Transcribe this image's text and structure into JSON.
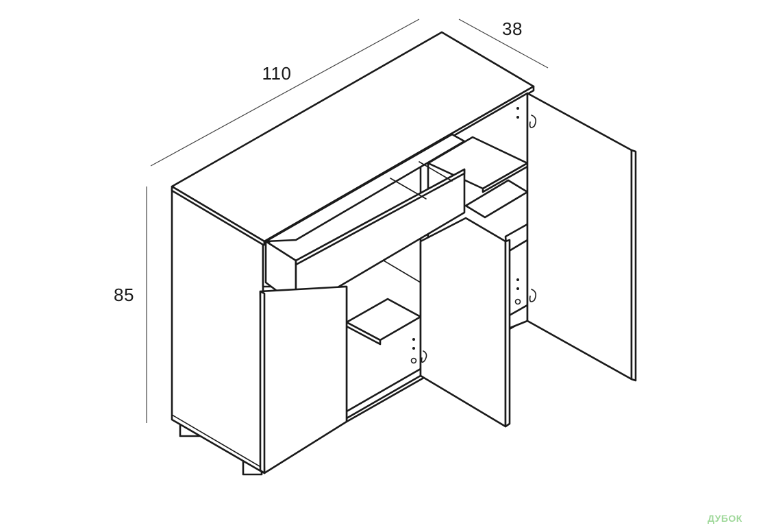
{
  "dimensions": {
    "width": "110",
    "depth": "38",
    "height": "85"
  },
  "watermark": {
    "brand": "ДУБОК",
    "tagline": "",
    "color": "#9fd89a"
  },
  "colors": {
    "line": "#1a1a1a",
    "background": "#ffffff"
  }
}
